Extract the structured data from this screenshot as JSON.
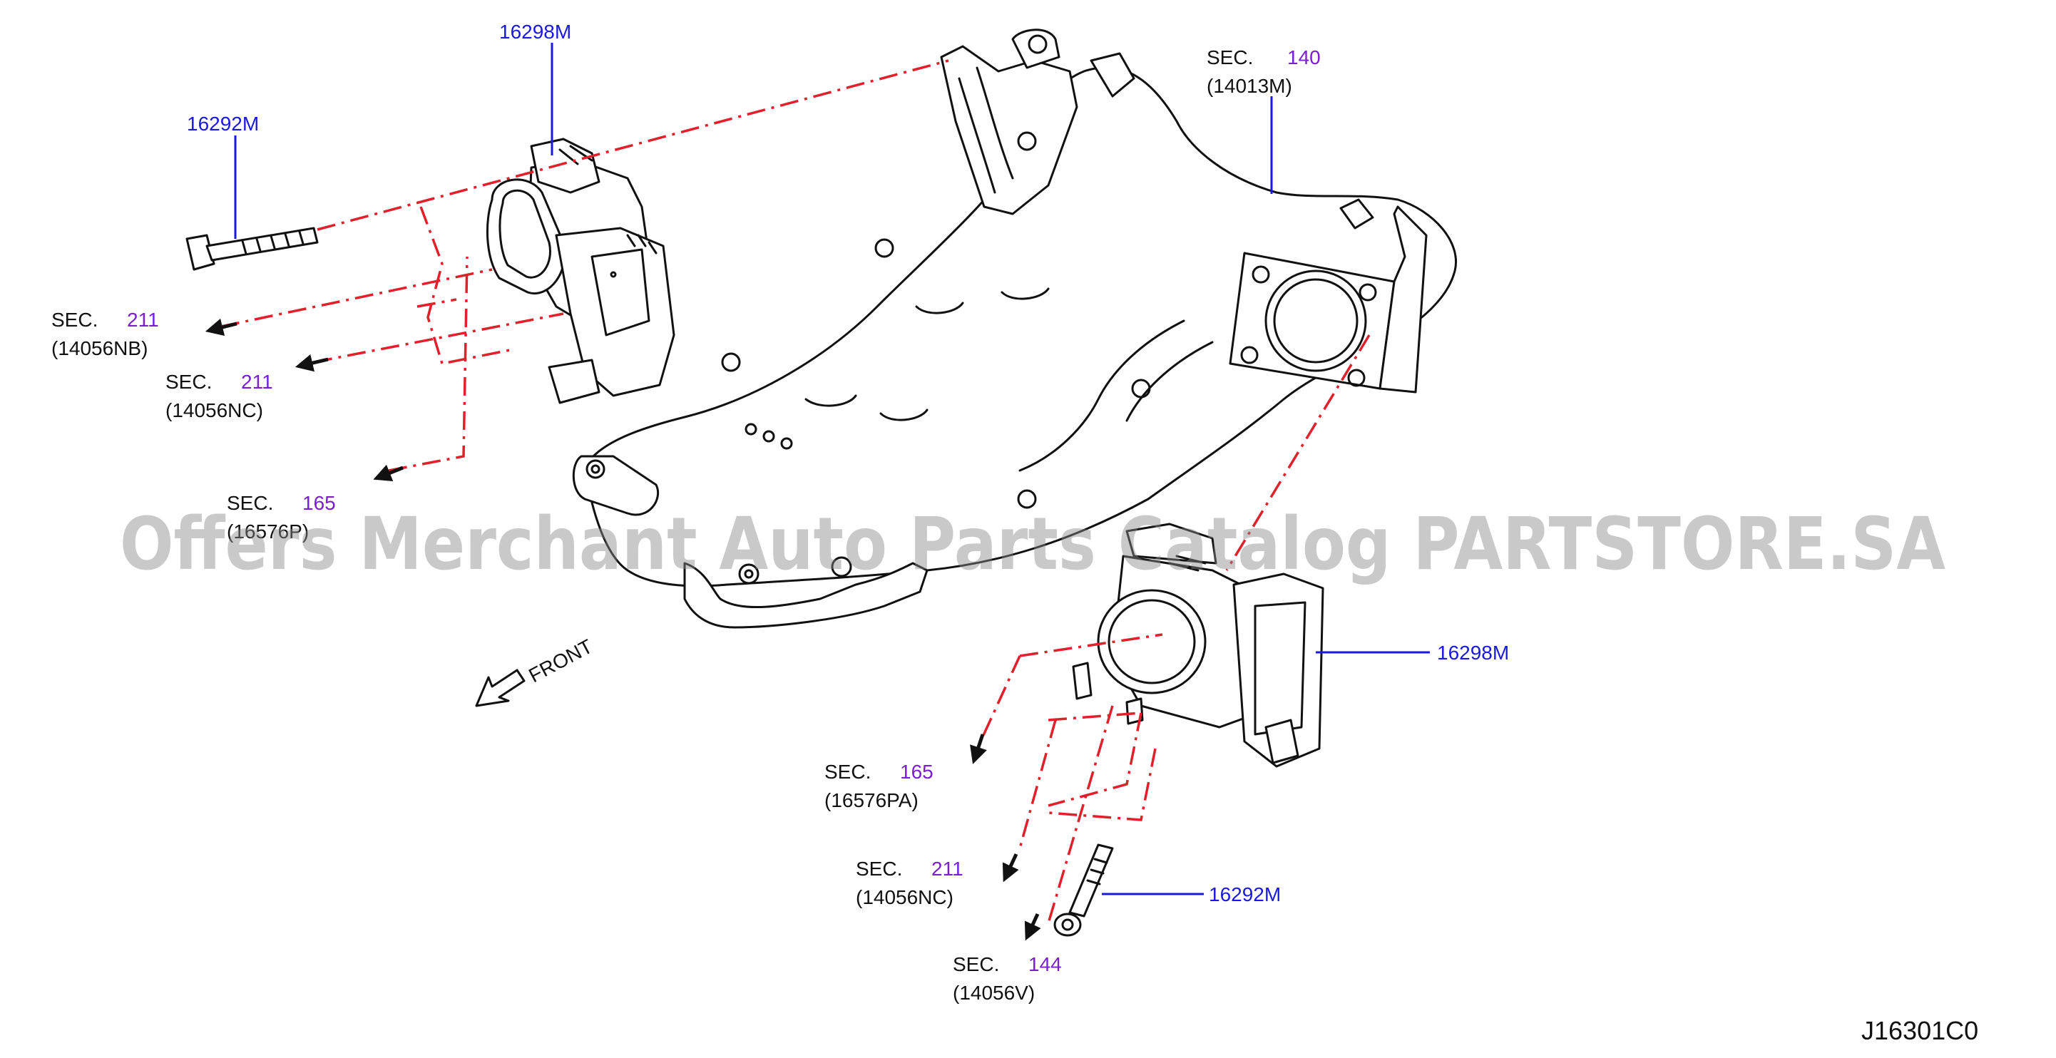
{
  "diagram_code": "J16301C0",
  "watermark": "Offers Merchant Auto Parts Catalog PARTSTORE.SA",
  "front_label": "FRONT",
  "colors": {
    "part_number": "#1a1adc",
    "section_number": "#7a1fd0",
    "assembly_line": "#e0202a",
    "line_art": "#111111"
  },
  "callouts": {
    "throttle_body_top": {
      "part": "16298M"
    },
    "bolt_top": {
      "part": "16292M"
    },
    "throttle_body_right": {
      "part": "16298M"
    },
    "bolt_bottom": {
      "part": "16292M"
    }
  },
  "sections": {
    "manifold": {
      "prefix": "SEC.",
      "num": "140",
      "ref": "(14013M)"
    },
    "left_211_nb": {
      "prefix": "SEC.",
      "num": "211",
      "ref": "(14056NB)"
    },
    "left_211_nc": {
      "prefix": "SEC.",
      "num": "211",
      "ref": "(14056NC)"
    },
    "left_165_pb": {
      "prefix": "SEC.",
      "num": "165",
      "ref": "(16576P)"
    },
    "bottom_165_pa": {
      "prefix": "SEC.",
      "num": "165",
      "ref": "(16576PA)"
    },
    "bottom_211_nc": {
      "prefix": "SEC.",
      "num": "211",
      "ref": "(14056NC)"
    },
    "bottom_144": {
      "prefix": "SEC.",
      "num": "144",
      "ref": "(14056V)"
    }
  }
}
